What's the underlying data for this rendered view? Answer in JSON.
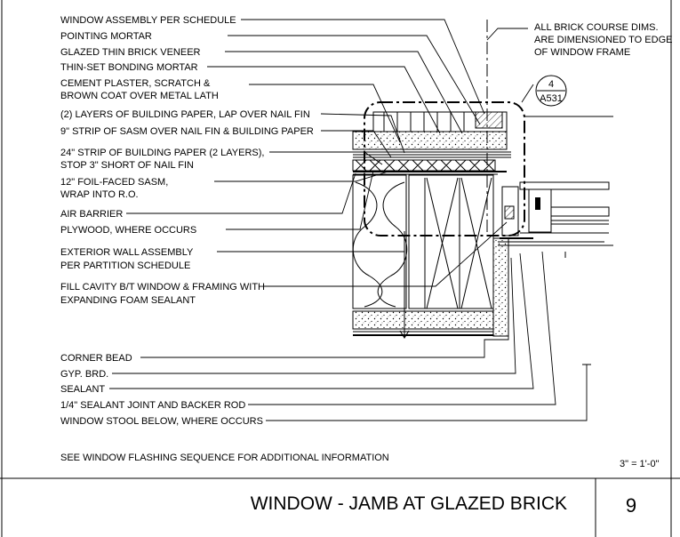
{
  "notes": {
    "left": [
      "WINDOW ASSEMBLY PER SCHEDULE",
      "POINTING MORTAR",
      "GLAZED THIN BRICK VENEER",
      "THIN-SET BONDING MORTAR",
      "CEMENT PLASTER, SCRATCH &",
      "BROWN COAT OVER METAL LATH",
      "(2) LAYERS OF BUILDING PAPER, LAP OVER NAIL FIN",
      "9\" STRIP OF SASM OVER NAIL FIN &  BUILDING PAPER",
      "24\" STRIP OF BUILDING PAPER (2 LAYERS),",
      "STOP 3\" SHORT OF NAIL FIN",
      "12\" FOIL-FACED SASM,",
      "WRAP INTO R.O.",
      "AIR BARRIER",
      "PLYWOOD, WHERE OCCURS",
      "EXTERIOR WALL ASSEMBLY",
      "PER PARTITION SCHEDULE",
      "FILL CAVITY B/T WINDOW & FRAMING WITH",
      "EXPANDING FOAM SEALANT",
      "CORNER BEAD",
      "GYP. BRD.",
      "SEALANT",
      "1/4\" SEALANT JOINT AND BACKER ROD",
      "WINDOW STOOL BELOW, WHERE OCCURS"
    ],
    "right": [
      "ALL BRICK COURSE DIMS.",
      "ARE DIMENSIONED TO EDGE",
      "OF WINDOW FRAME"
    ],
    "general": "SEE WINDOW FLASHING SEQUENCE FOR ADDITIONAL INFORMATION"
  },
  "callout": {
    "number": "4",
    "sheet": "A531"
  },
  "scale": "3\" = 1'-0\"",
  "title_block": {
    "title": "WINDOW - JAMB AT GLAZED BRICK",
    "number": "9"
  }
}
